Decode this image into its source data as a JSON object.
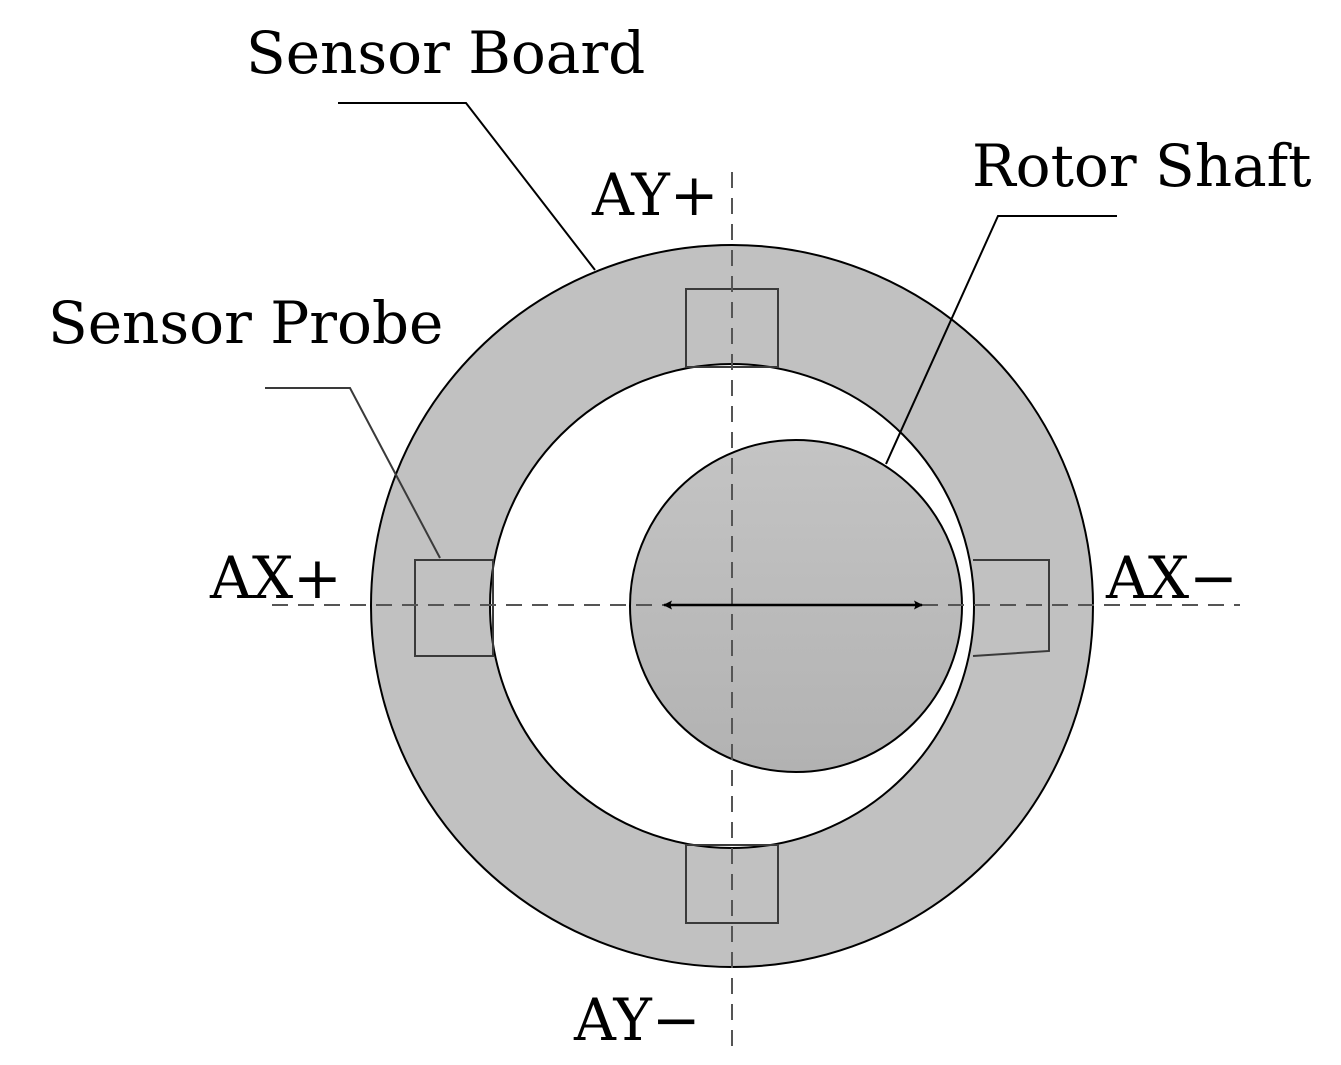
{
  "labels": {
    "sensor_board": "Sensor Board",
    "rotor_shaft": "Rotor Shaft",
    "sensor_probe": "Sensor Probe",
    "ay_plus": "AY+",
    "ay_minus": "AY−",
    "ax_plus": "AX+",
    "ax_minus": "AX−"
  },
  "colors": {
    "board_fill": "#c1c1c1",
    "gap_fill": "#ffffff",
    "rotor_fill": "#b8b8b8",
    "stroke": "#000000",
    "probe_stroke": "#3a3a3a"
  }
}
